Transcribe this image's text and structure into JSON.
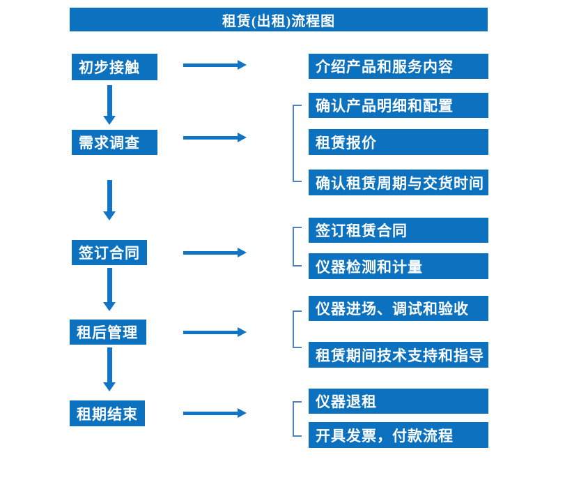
{
  "title": "租赁(出租)流程图",
  "colors": {
    "box": "#0C71BE",
    "arrow": "#1174C6",
    "bracket": "#4F81BD",
    "text": "#FFFFFF",
    "background": "#FFFFFF"
  },
  "steps": [
    {
      "label": "初步接触",
      "details": [
        "介绍产品和服务内容"
      ]
    },
    {
      "label": "需求调查",
      "details": [
        "确认产品明细和配置",
        "租赁报价",
        "确认租赁周期与交货时间"
      ]
    },
    {
      "label": "签订合同",
      "details": [
        "签订租赁合同",
        "仪器检测和计量"
      ]
    },
    {
      "label": "租后管理",
      "details": [
        "仪器进场、调试和验收",
        "租赁期间技术支持和指导"
      ]
    },
    {
      "label": "租期结束",
      "details": [
        "仪器退租",
        "开具发票，付款流程"
      ]
    }
  ]
}
